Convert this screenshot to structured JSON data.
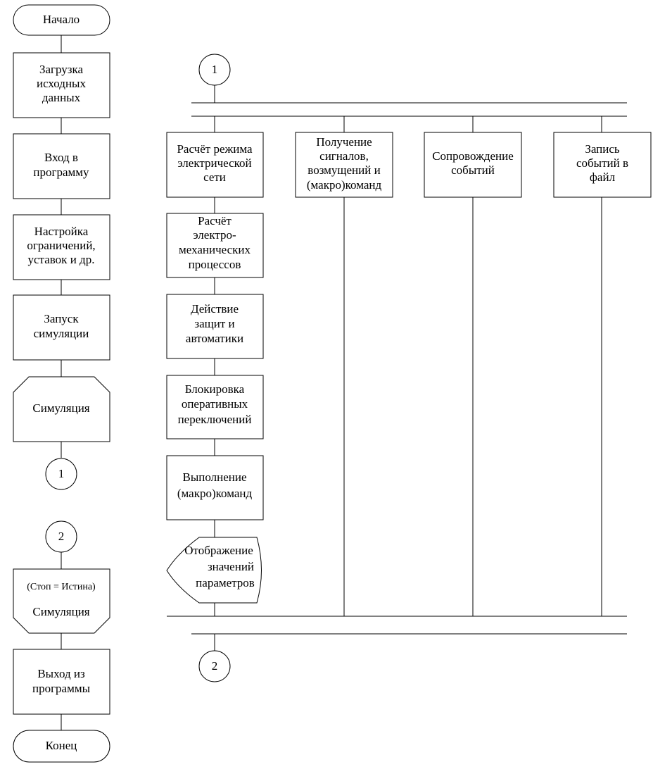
{
  "left_column": {
    "start": "Начало",
    "load_data": [
      "Загрузка",
      "исходных",
      "данных"
    ],
    "enter_program": [
      "Вход в",
      "программу"
    ],
    "setup": [
      "Настройка",
      "ограничений,",
      "уставок и др."
    ],
    "run_simulation": [
      "Запуск",
      "симуляции"
    ],
    "loop_start": "Симуляция",
    "connector_1": "1",
    "connector_2": "2",
    "loop_end_condition": "(Стоп = Истина)",
    "loop_end_label": "Симуляция",
    "exit_program": [
      "Выход из",
      "программы"
    ],
    "end": "Конец"
  },
  "parallel_section": {
    "connector_top": "1",
    "connector_bottom": "2",
    "branch_1": {
      "calc_mode": [
        "Расчёт режима",
        "электрической",
        "сети"
      ],
      "calc_electromech": [
        "Расчёт",
        "электро-",
        "механических",
        "процессов"
      ],
      "protection": [
        "Действие",
        "защит и",
        "автоматики"
      ],
      "blocking": [
        "Блокировка",
        "оперативных",
        "переключений"
      ],
      "execute": [
        "Выполнение",
        "(макро)команд"
      ],
      "display": [
        "Отображение",
        "значений",
        "параметров"
      ]
    },
    "branch_2": [
      "Получение",
      "сигналов,",
      "возмущений и",
      "(макро)команд"
    ],
    "branch_3": [
      "Сопровождение",
      "событий"
    ],
    "branch_4": [
      "Запись",
      "событий в",
      "файл"
    ]
  }
}
